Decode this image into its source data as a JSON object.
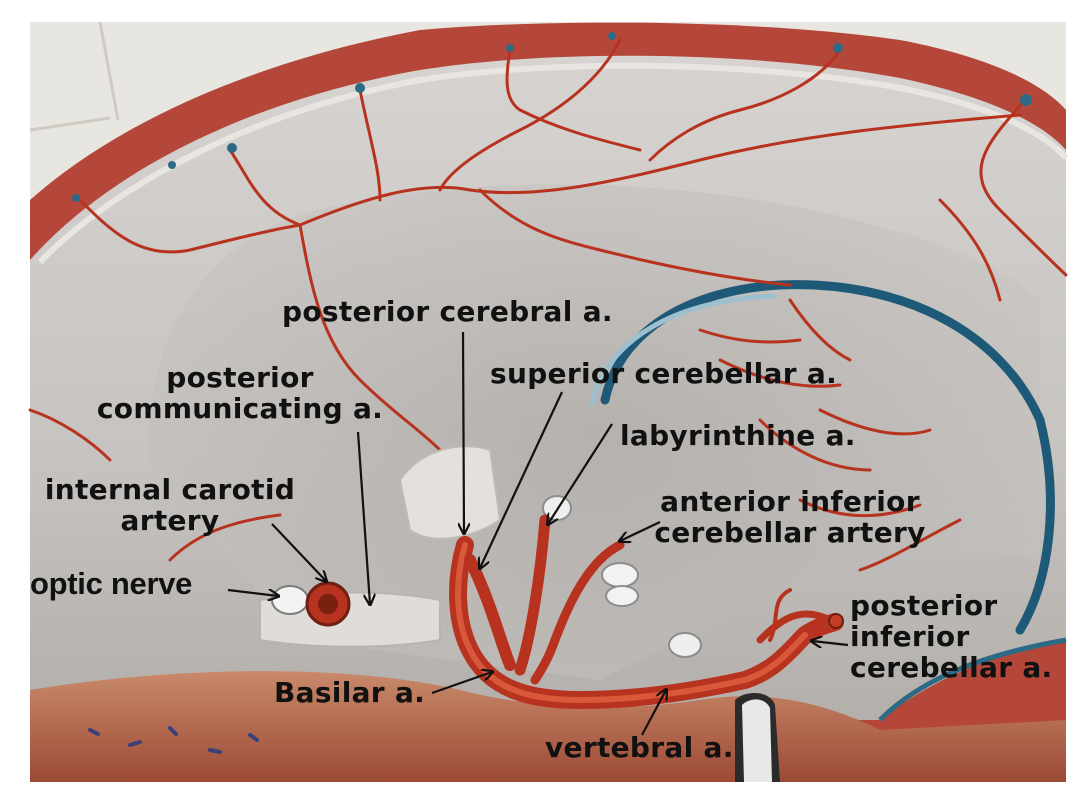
{
  "labels": {
    "posterior_cerebral": "posterior cerebral a.",
    "superior_cerebellar": "superior cerebellar a.",
    "posterior_communicating": {
      "line1": "posterior",
      "line2": "communicating a."
    },
    "labyrinthine": "labyrinthine a.",
    "internal_carotid": {
      "line1": "internal carotid",
      "line2": "artery"
    },
    "anterior_inferior_cerebellar": {
      "line1": "anterior inferior",
      "line2": "cerebellar artery"
    },
    "optic_nerve": "optic nerve",
    "posterior_inferior_cerebellar": {
      "line1": "posterior",
      "line2": "inferior",
      "line3": "cerebellar a."
    },
    "basilar": "Basilar a.",
    "vertebral": "vertebral a."
  },
  "colors": {
    "artery": "#b8331f",
    "artery_highlight": "#d9573a",
    "model_grey": "#c9c6c3",
    "model_grey_dark": "#a9a5a2",
    "sinus_blue": "#1e5a78",
    "muscle_red": "#b24a3a",
    "tile_white": "#e9e7e2",
    "label_text": "#111111"
  }
}
